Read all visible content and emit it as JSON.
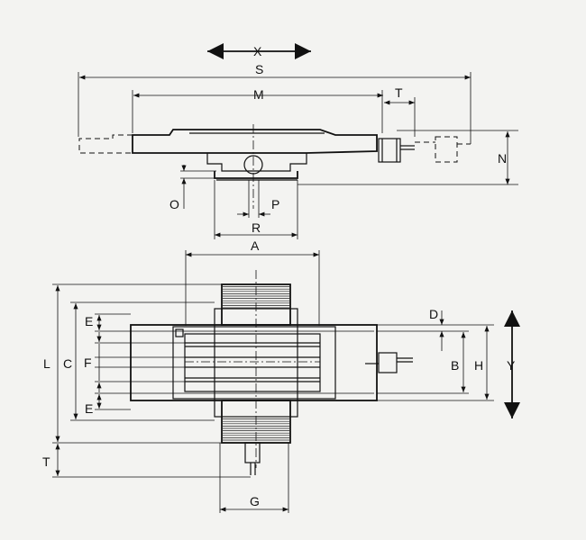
{
  "labels": {
    "X": "X",
    "S": "S",
    "M": "M",
    "T_top": "T",
    "N": "N",
    "O": "O",
    "P": "P",
    "R": "R",
    "A": "A",
    "D": "D",
    "B": "B",
    "H": "H",
    "Y": "Y",
    "L": "L",
    "C": "C",
    "E_upper": "E",
    "F": "F",
    "E_lower": "E",
    "T_bottom": "T",
    "G": "G"
  }
}
